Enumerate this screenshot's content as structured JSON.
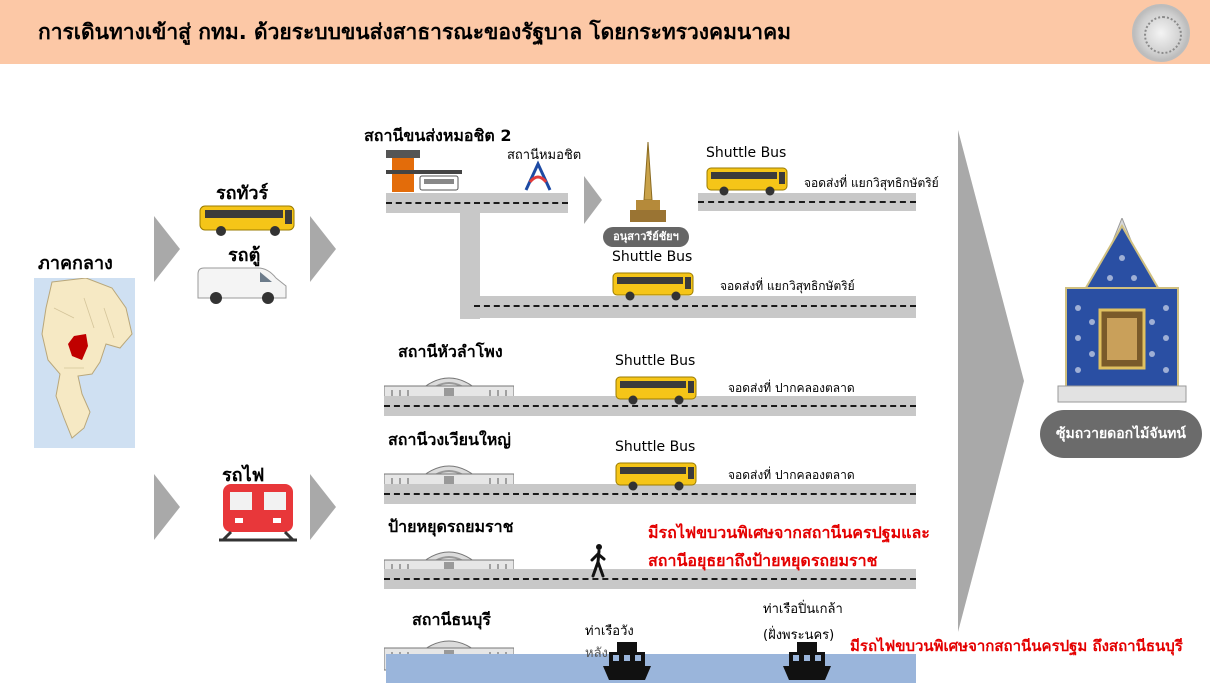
{
  "header": {
    "title": "การเดินทางเข้าสู่ กทม. ด้วยระบบขนส่งสาธารณะของรัฐบาล โดยกระทรวงคมนาคม"
  },
  "region": {
    "label": "ภาคกลาง"
  },
  "vehicles": {
    "tour_bus": "รถทัวร์",
    "van": "รถตู้",
    "train": "รถไฟ"
  },
  "mochit": {
    "station": "สถานีขนส่งหมอชิต 2",
    "bts": "สถานีหมอชิต",
    "monument": "อนุสาวรีย์ชัยฯ",
    "bus1": "Shuttle Bus",
    "drop1": "จอดส่งที่ แยกวิสุทธิกษัตริย์",
    "bus2": "Shuttle Bus",
    "drop2": "จอดส่งที่ แยกวิสุทธิกษัตริย์"
  },
  "hualamphong": {
    "station": "สถานีหัวลำโพง",
    "bus": "Shuttle Bus",
    "drop": "จอดส่งที่ ปากคลองตลาด"
  },
  "wongwianyai": {
    "station": "สถานีวงเวียนใหญ่",
    "bus": "Shuttle Bus",
    "drop": "จอดส่งที่ ปากคลองตลาด"
  },
  "yommarat": {
    "station": "ป้ายหยุดรถยมราช",
    "note_line1": "มีรถไฟขบวนพิเศษจากสถานีนครปฐมและ",
    "note_line2": "สถานีอยุธยาถึงป้ายหยุดรถยมราช"
  },
  "thonburi": {
    "station": "สถานีธนบุรี",
    "pier1": "ท่าเรือวัง",
    "pier1_cut": "หลัง",
    "pier2_line1": "ท่าเรือปิ่นเกล้า",
    "pier2_line2": "(ฝั่งพระนคร)",
    "note": "มีรถไฟขบวนพิเศษจากสถานีนครปฐม ถึงสถานีธนบุรี"
  },
  "destination": {
    "label": "ซุ้มถวายดอกไม้จันทน์"
  },
  "colors": {
    "header_bg": "#fcc8a6",
    "road": "#c8c8c8",
    "water": "#9ab5db",
    "accent_red": "#e40000",
    "bus_yellow": "#f5c518",
    "train_red": "#e8373a",
    "arrow_gray": "#a9a9a9",
    "shrine_blue": "#2a4fa3"
  }
}
